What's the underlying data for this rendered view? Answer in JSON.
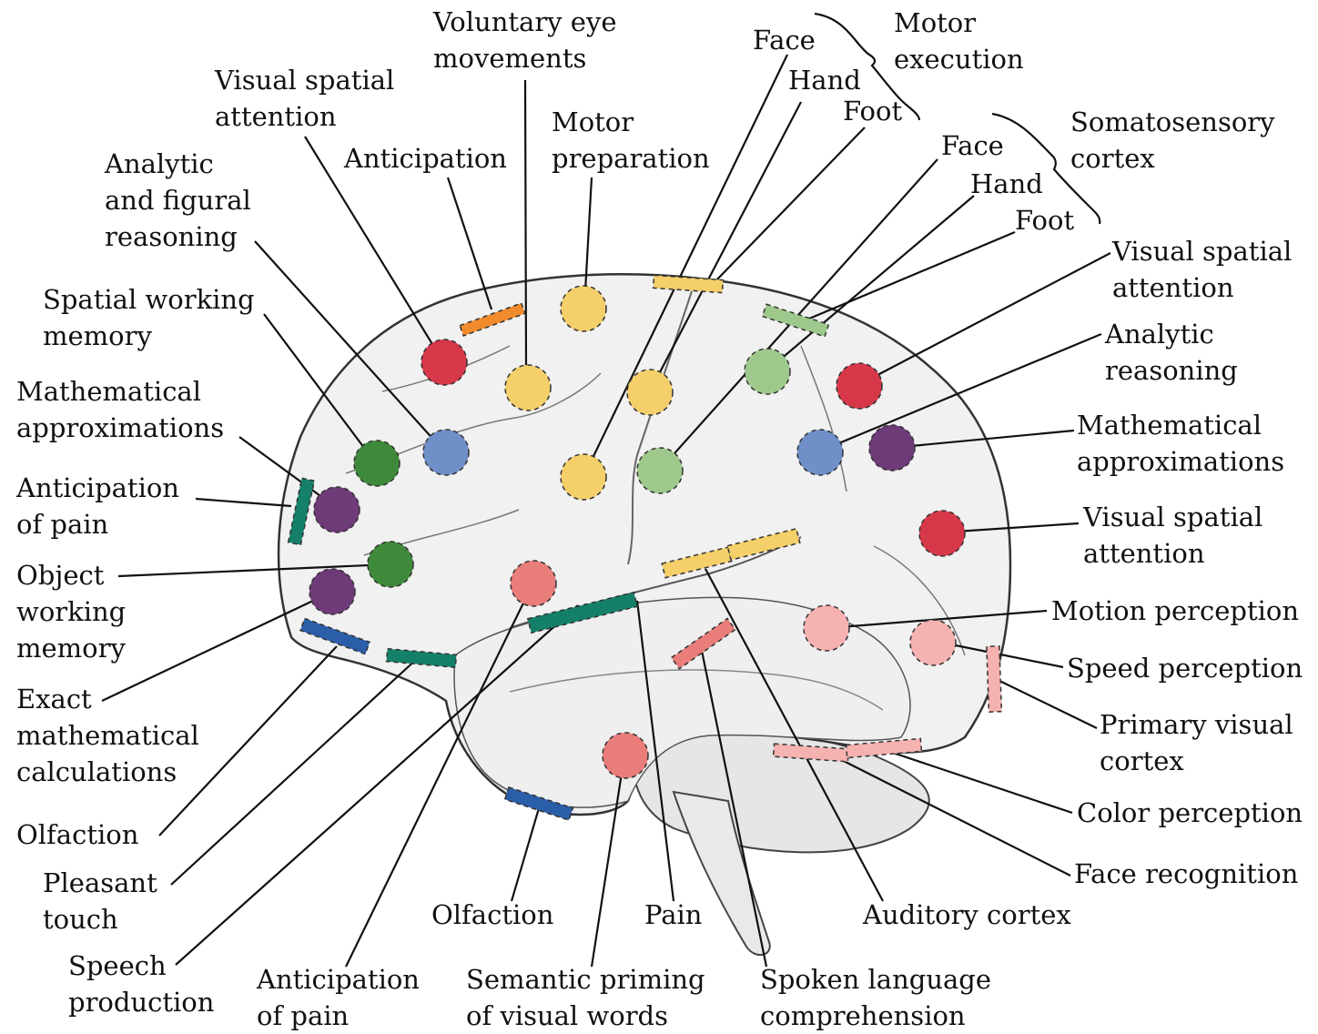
{
  "colors": {
    "red": "#d6384a",
    "orange": "#f28b2b",
    "yellow": "#f4cf6a",
    "green_dark": "#3f8a3a",
    "green_light": "#9fc98c",
    "blue": "#6f8fc8",
    "purple": "#6e3a78",
    "salmon": "#e87d7a",
    "pink": "#f6b2b0",
    "teal": "#15806a",
    "navy": "#2b5ea8",
    "brain": "#f1f1f1",
    "line": "#111111"
  },
  "labels": {
    "voluntary_eye": "Voluntary eye\nmovements",
    "visual_spatial_top": "Visual spatial\nattention",
    "anticipation": "Anticipation",
    "motor_preparation": "Motor\npreparation",
    "analytic_figural": "Analytic\nand figural\nreasoning",
    "spatial_working": "Spatial working\nmemory",
    "math_approx_left": "Mathematical\napproximations",
    "anticipation_pain_left": "Anticipation\nof pain",
    "object_working": "Object\nworking\nmemory",
    "exact_math": "Exact\nmathematical\ncalculations",
    "olfaction_left": "Olfaction",
    "pleasant_touch": "Pleasant\ntouch",
    "speech_production": "Speech\nproduction",
    "anticipation_pain_bottom": "Anticipation\nof pain",
    "olfaction_bottom": "Olfaction",
    "semantic_priming": "Semantic priming\nof visual words",
    "pain": "Pain",
    "spoken_language": "Spoken language\ncomprehension",
    "auditory_cortex": "Auditory cortex",
    "face_recognition": "Face recognition",
    "color_perception": "Color perception",
    "primary_visual": "Primary visual\ncortex",
    "speed_perception": "Speed perception",
    "motion_perception": "Motion perception",
    "visual_spatial_right2": "Visual spatial\nattention",
    "math_approx_right": "Mathematical\napproximations",
    "analytic_reasoning": "Analytic\nreasoning",
    "visual_spatial_right1": "Visual spatial\nattention",
    "motor_face": "Face",
    "motor_hand": "Hand",
    "motor_foot": "Foot",
    "motor_execution": "Motor\nexecution",
    "somato_face": "Face",
    "somato_hand": "Hand",
    "somato_foot": "Foot",
    "somatosensory": "Somatosensory\ncortex"
  }
}
